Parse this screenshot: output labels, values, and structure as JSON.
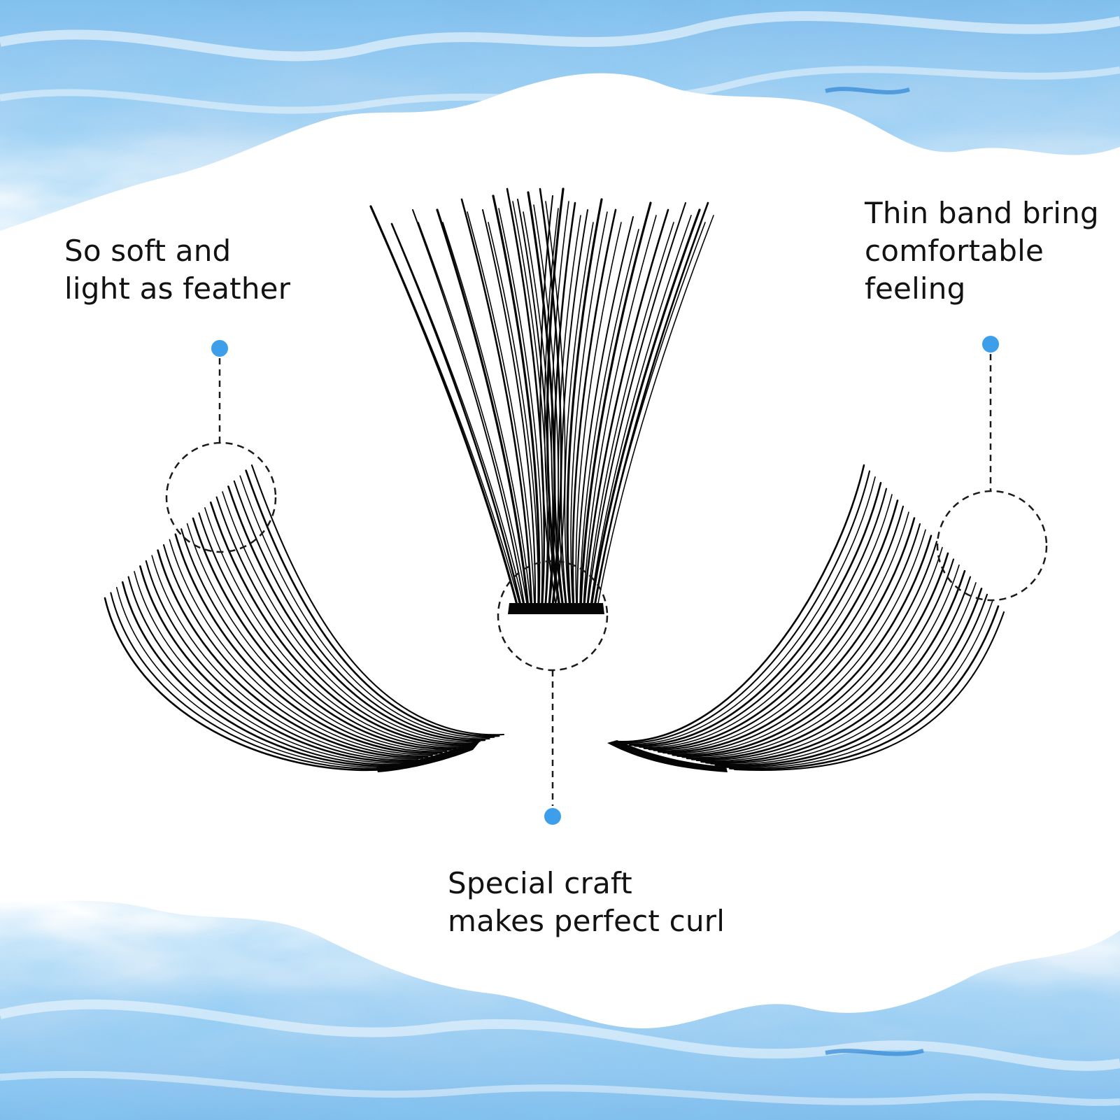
{
  "colors": {
    "marble_blue": "#5aa6e6",
    "marble_light": "#bfe0f7",
    "dot_blue": "#3d9eea",
    "lash_black": "#050505",
    "text": "#121212"
  },
  "callouts": {
    "left": {
      "lines": [
        "So soft and",
        "light as feather"
      ]
    },
    "right": {
      "lines": [
        "Thin band bring",
        "comfortable",
        "feeling"
      ]
    },
    "bottom": {
      "lines": [
        "Special craft",
        "makes perfect curl"
      ]
    }
  }
}
